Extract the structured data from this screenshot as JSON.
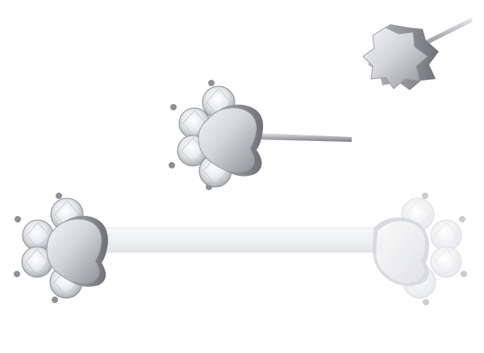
{
  "image": {
    "subject": "jewelry-product-photo",
    "background_color": "#ffffff",
    "metal_color": "#c9cbcf",
    "metal_highlight": "#f4f5f6",
    "metal_shadow": "#8e9095",
    "gem_color": "#eef0f2",
    "bar_color": "#f2f3f5",
    "items": [
      {
        "name": "star-stud",
        "icon": "star-flat-back-stud"
      },
      {
        "name": "paw-cz-stud",
        "icon": "paw-with-four-cz-stones"
      },
      {
        "name": "paw-nipple-barbell",
        "icon": "straight-barbell-with-paw-ends"
      }
    ]
  }
}
